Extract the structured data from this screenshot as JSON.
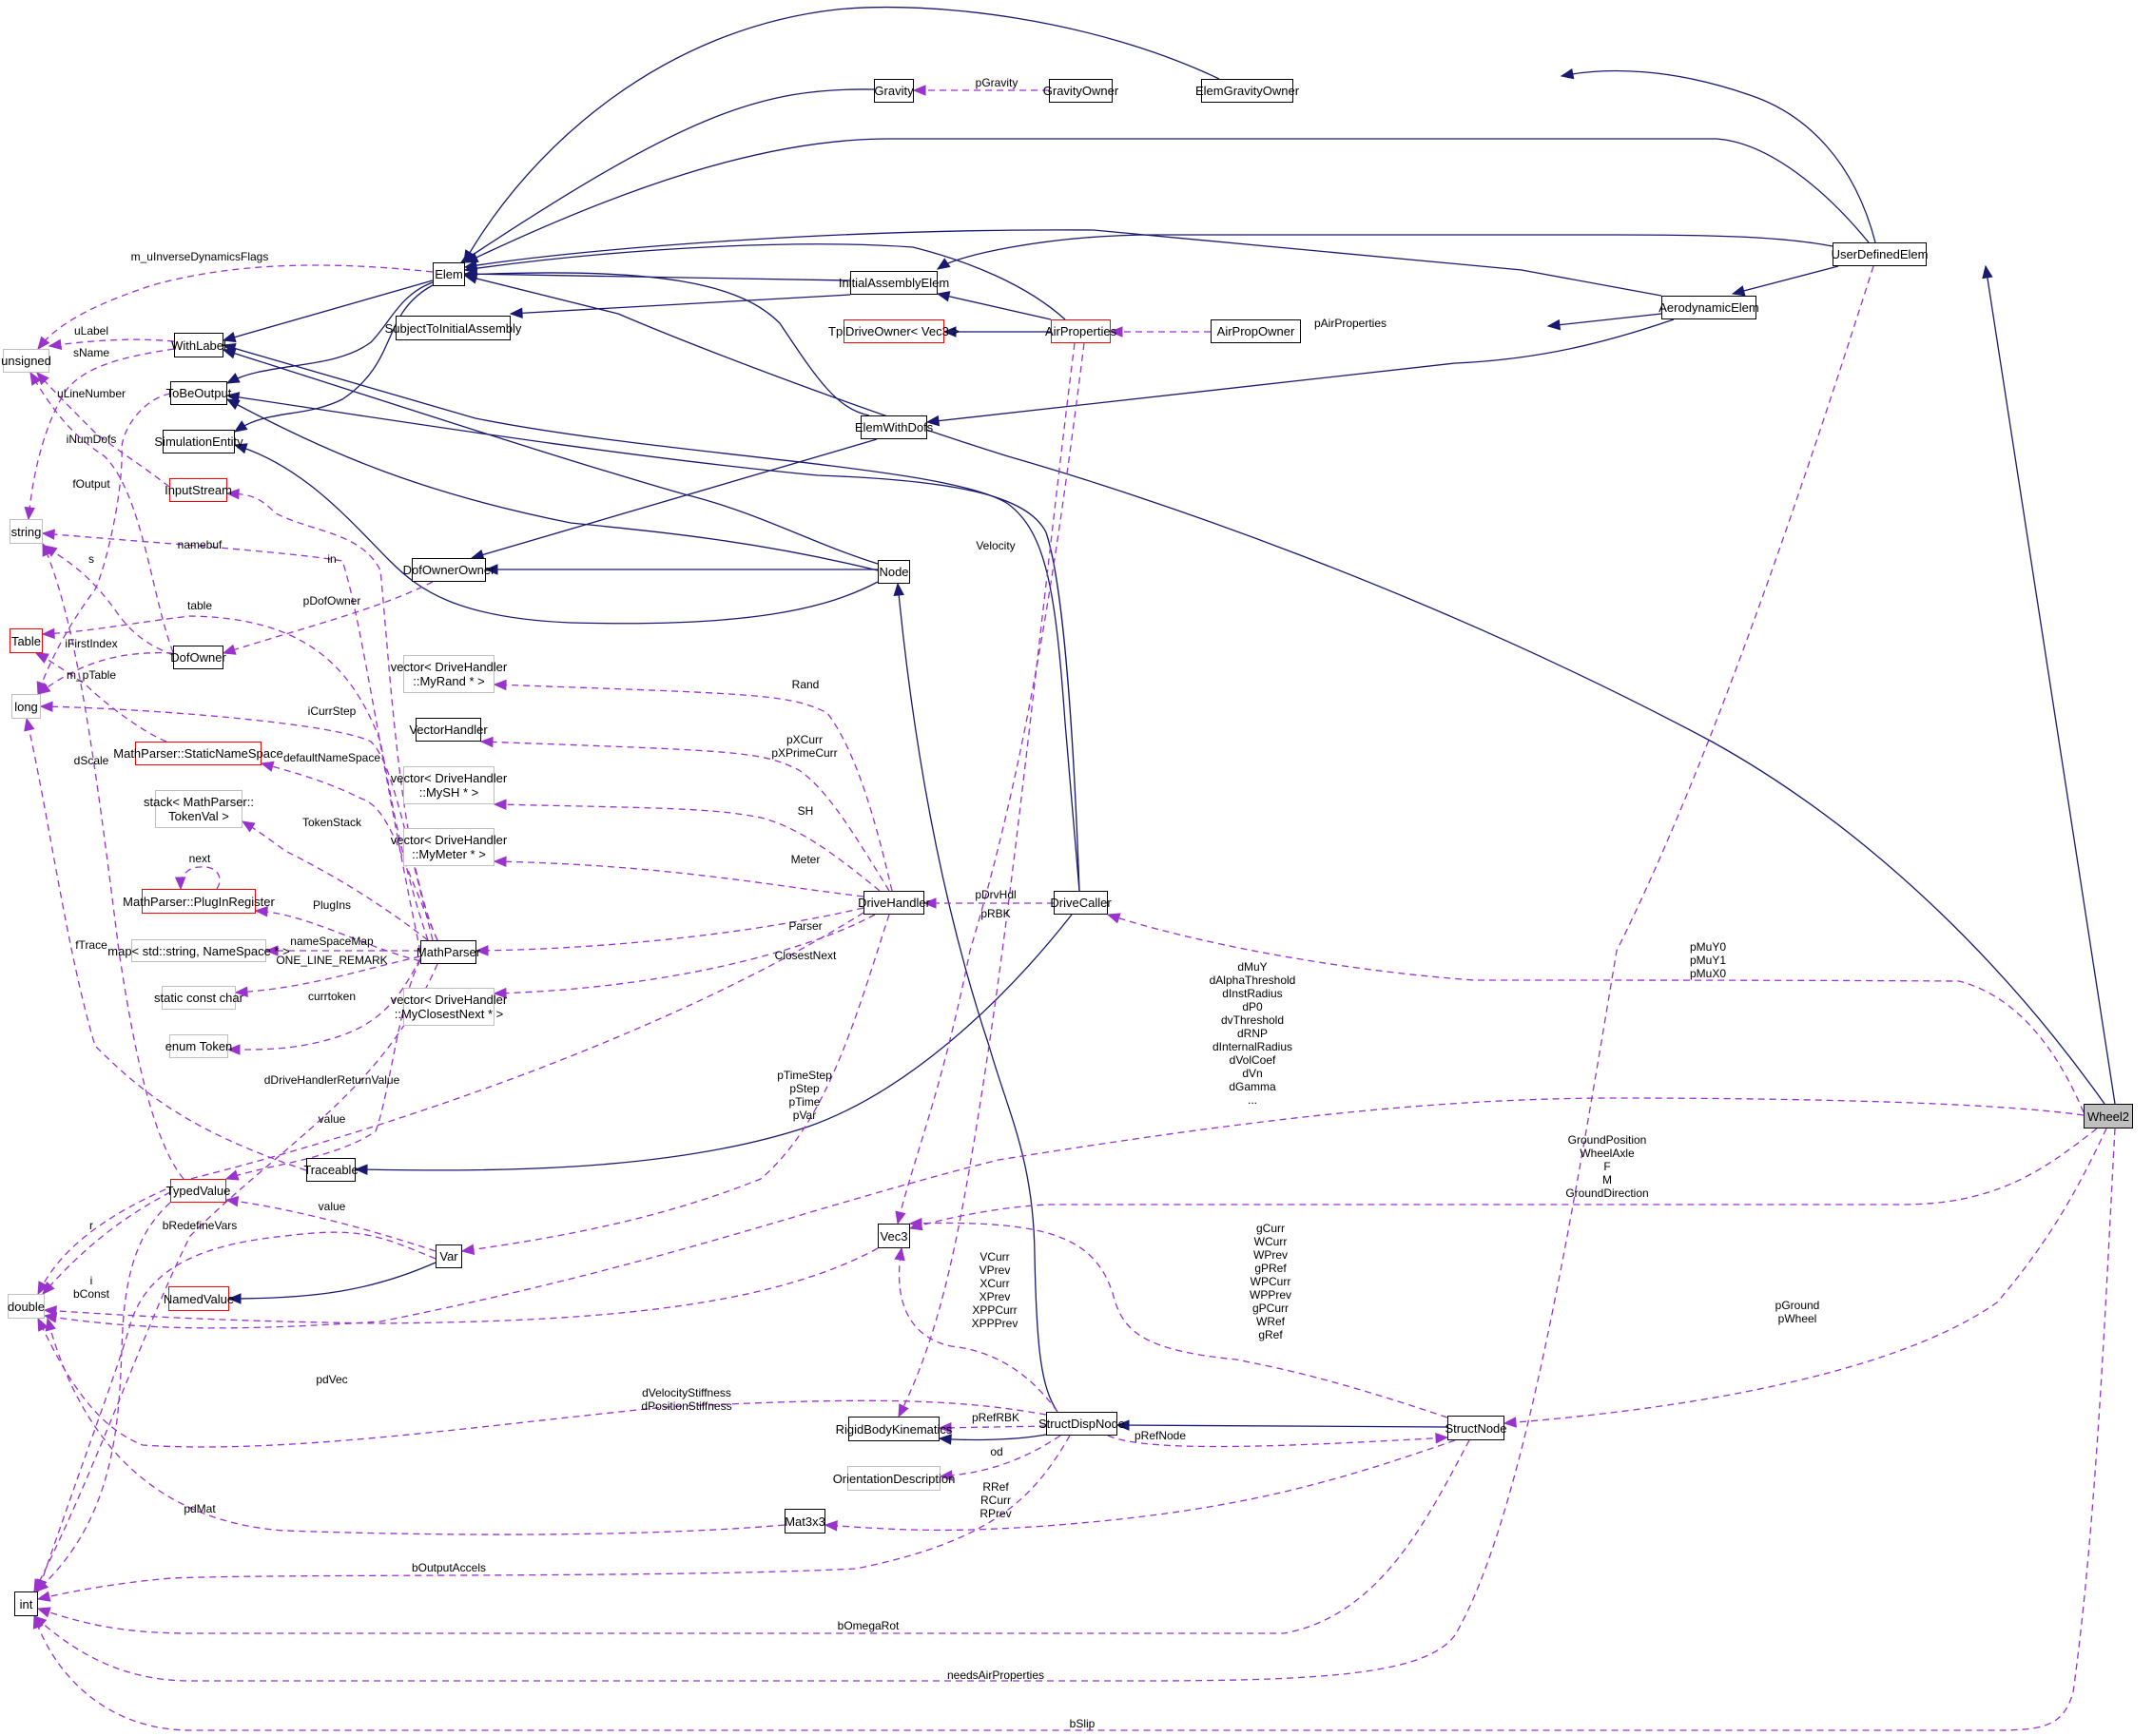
{
  "diagram": {
    "title": "Wheel2 collaboration diagram",
    "legend": {
      "inheritance_color": "#191970",
      "usage_color": "#9a32cd",
      "focus_fill": "#bfbfbf",
      "incomplete_border": "#ff0000",
      "external_border": "#bfbfbf"
    },
    "nodes": [
      {
        "id": "Elem",
        "label": "Elem",
        "style": "normal"
      },
      {
        "id": "WithLabel",
        "label": "WithLabel",
        "style": "normal"
      },
      {
        "id": "unsigned",
        "label": "unsigned",
        "style": "gray"
      },
      {
        "id": "ToBeOutput",
        "label": "ToBeOutput",
        "style": "normal"
      },
      {
        "id": "SimulationEntity",
        "label": "SimulationEntity",
        "style": "normal"
      },
      {
        "id": "SubjectToInitialAssembly",
        "label": "SubjectToInitialAssembly",
        "style": "normal"
      },
      {
        "id": "Gravity",
        "label": "Gravity",
        "style": "normal"
      },
      {
        "id": "GravityOwner",
        "label": "GravityOwner",
        "style": "normal"
      },
      {
        "id": "ElemGravityOwner",
        "label": "ElemGravityOwner",
        "style": "normal"
      },
      {
        "id": "InitialAssemblyElem",
        "label": "InitialAssemblyElem",
        "style": "normal"
      },
      {
        "id": "TplDriveOwner",
        "label": "TplDriveOwner< Vec3 >",
        "style": "red"
      },
      {
        "id": "AirProperties",
        "label": "AirProperties",
        "style": "red"
      },
      {
        "id": "AirPropOwner",
        "label": "AirPropOwner",
        "style": "normal"
      },
      {
        "id": "AerodynamicElem",
        "label": "AerodynamicElem",
        "style": "normal"
      },
      {
        "id": "UserDefinedElem",
        "label": "UserDefinedElem",
        "style": "normal"
      },
      {
        "id": "ElemWithDofs",
        "label": "ElemWithDofs",
        "style": "normal"
      },
      {
        "id": "InputStream",
        "label": "InputStream",
        "style": "red"
      },
      {
        "id": "string",
        "label": "string",
        "style": "gray"
      },
      {
        "id": "DofOwnerOwner",
        "label": "DofOwnerOwner",
        "style": "normal"
      },
      {
        "id": "Node",
        "label": "Node",
        "style": "normal"
      },
      {
        "id": "Table",
        "label": "Table",
        "style": "red"
      },
      {
        "id": "DofOwner",
        "label": "DofOwner",
        "style": "normal"
      },
      {
        "id": "long",
        "label": "long",
        "style": "gray"
      },
      {
        "id": "MyRand",
        "label": "vector< DriveHandler\n::MyRand * >",
        "style": "gray"
      },
      {
        "id": "VectorHandler",
        "label": "VectorHandler",
        "style": "normal"
      },
      {
        "id": "StaticNameSpace",
        "label": "MathParser::StaticNameSpace",
        "style": "red"
      },
      {
        "id": "MySH",
        "label": "vector< DriveHandler\n::MySH * >",
        "style": "gray"
      },
      {
        "id": "TokenStack",
        "label": "stack< MathParser::\nTokenVal >",
        "style": "gray"
      },
      {
        "id": "MyMeter",
        "label": "vector< DriveHandler\n::MyMeter * >",
        "style": "gray"
      },
      {
        "id": "PlugInRegister",
        "label": "MathParser::PlugInRegister",
        "style": "red"
      },
      {
        "id": "DriveHandler",
        "label": "DriveHandler",
        "style": "normal"
      },
      {
        "id": "DriveCaller",
        "label": "DriveCaller",
        "style": "normal"
      },
      {
        "id": "MapNS",
        "label": "map< std::string, NameSpace * >",
        "style": "gray"
      },
      {
        "id": "MathParser",
        "label": "MathParser",
        "style": "normal"
      },
      {
        "id": "StaticConstChar",
        "label": "static const char",
        "style": "gray"
      },
      {
        "id": "MyClosestNext",
        "label": "vector< DriveHandler\n::MyClosestNext * >",
        "style": "gray"
      },
      {
        "id": "EnumToken",
        "label": "enum Token",
        "style": "gray"
      },
      {
        "id": "Traceable",
        "label": "Traceable",
        "style": "normal"
      },
      {
        "id": "TypedValue",
        "label": "TypedValue",
        "style": "red"
      },
      {
        "id": "Vec3",
        "label": "Vec3",
        "style": "normal"
      },
      {
        "id": "Var",
        "label": "Var",
        "style": "normal"
      },
      {
        "id": "NamedValue",
        "label": "NamedValue",
        "style": "red"
      },
      {
        "id": "double",
        "label": "double",
        "style": "gray"
      },
      {
        "id": "Wheel2",
        "label": "Wheel2",
        "style": "focus"
      },
      {
        "id": "RigidBodyKinematics",
        "label": "RigidBodyKinematics",
        "style": "normal"
      },
      {
        "id": "StructDispNode",
        "label": "StructDispNode",
        "style": "normal"
      },
      {
        "id": "StructNode",
        "label": "StructNode",
        "style": "normal"
      },
      {
        "id": "OrientationDescription",
        "label": "OrientationDescription",
        "style": "gray"
      },
      {
        "id": "Mat3x3",
        "label": "Mat3x3",
        "style": "normal"
      },
      {
        "id": "int",
        "label": "int",
        "style": "normal"
      }
    ],
    "edge_labels": [
      "pGravity",
      "m_uInverseDynamicsFlags",
      "uLabel",
      "sName",
      "uLineNumber",
      "iNumDofs",
      "pAirProperties",
      "fOutput",
      "namebuf",
      "in",
      "s",
      "pDofOwner",
      "table",
      "iFirstIndex",
      "m_pTable",
      "Velocity",
      "Rand",
      "iCurrStep",
      "pXCurr\npXPrimeCurr",
      "defaultNameSpace",
      "dScale",
      "SH",
      "TokenStack",
      "next",
      "Meter",
      "PlugIns",
      "pDrvHdl",
      "pRBK",
      "Parser",
      "nameSpaceMap",
      "ONE_LINE_REMARK",
      "ClosestNext",
      "currtoken",
      "fTrace",
      "pMuY0\npMuY1\npMuX0",
      "dMuY\ndAlphaThreshold\ndInstRadius\ndP0\ndvThreshold\ndRNP\ndInternalRadius\ndVolCoef\ndVn\ndGamma\n...",
      "dDriveHandlerReturnValue",
      "pTimeStep\npStep\npTime\npVar",
      "value",
      "value",
      "GroundPosition\nWheelAxle\nF\nM\nGroundDirection",
      "bRedefineVars",
      "r",
      "i\nbConst",
      "gCurr\nWCurr\nWPrev\ngPRef\nWPCurr\nWPPrev\ngPCurr\nWRef\ngRef",
      "VCurr\nVPrev\nXCurr\nXPrev\nXPPCurr\nXPPPrev",
      "pGround\npWheel",
      "pdVec",
      "dVelocityStiffness\ndPositionStiffness",
      "pRefRBK",
      "pRefNode",
      "od",
      "RRef\nRCurr\nRPrev",
      "pdMat",
      "bOutputAccels",
      "bOmegaRot",
      "needsAirProperties",
      "bSlip"
    ]
  }
}
